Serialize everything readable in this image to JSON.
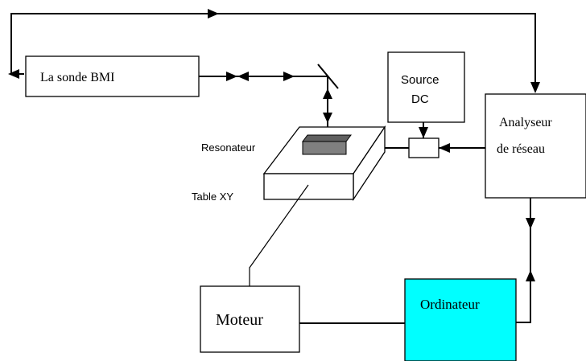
{
  "blocks": {
    "probe": "La sonde BMI",
    "source_line1": "Source",
    "source_line2": "DC",
    "analyzer_line1": "Analyseur",
    "analyzer_line2": "de réseau",
    "resonator": "Resonateur",
    "table": "Table XY",
    "motor": "Moteur",
    "computer": "Ordinateur"
  },
  "colors": {
    "computer_fill": "#00ffff",
    "resonator_fill": "#808080"
  }
}
